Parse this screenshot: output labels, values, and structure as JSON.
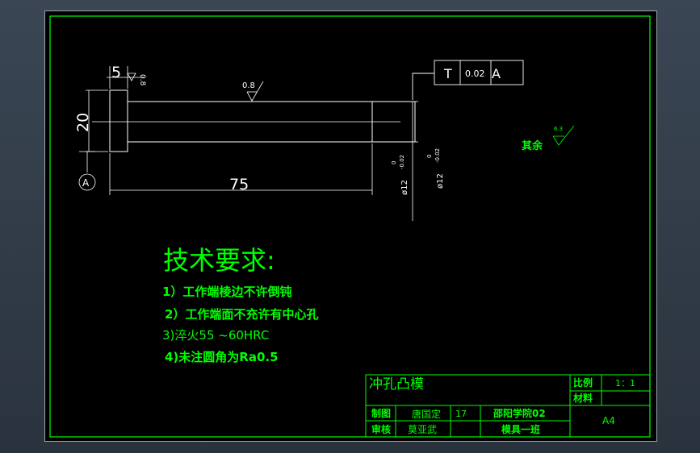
{
  "dimensions": {
    "width_dim": "5",
    "width_roughness": "0.8",
    "head_dia": "20",
    "surface_roughness": "0.8",
    "length": "75",
    "datum": "A",
    "dia_left": "ø12",
    "dia_left_tol_upper": "0",
    "dia_left_tol_lower": "-0.02",
    "dia_right": "ø12",
    "dia_right_tol_upper": "0",
    "dia_right_tol_lower": "-0.02"
  },
  "tolerance_frame": {
    "symbol": "T",
    "value": "0.02",
    "datum": "A"
  },
  "other_roughness": {
    "label": "其余",
    "value": "6.3"
  },
  "tech_requirements": {
    "title": "技术要求:",
    "items": [
      "1）工作端棱边不许倒钝",
      "2）工作端面不充许有中心孔",
      "3)淬火55 ~60HRC",
      "4)未注圆角为Ra0.5"
    ]
  },
  "title_block": {
    "part_name": "冲孔凸模",
    "scale_label": "比例",
    "scale_value": "1：1",
    "material_label": "材料",
    "drawn_label": "制图",
    "drawn_by": "唐国定",
    "number": "17",
    "checked_label": "审核",
    "checked_by": "莫亚武",
    "school": "邵阳学院02",
    "class": "模具一班",
    "paper_size": "A4"
  },
  "colors": {
    "line": "#ffffff",
    "accent": "#00ff00",
    "frame": "#00ff00",
    "background": "#000000"
  }
}
